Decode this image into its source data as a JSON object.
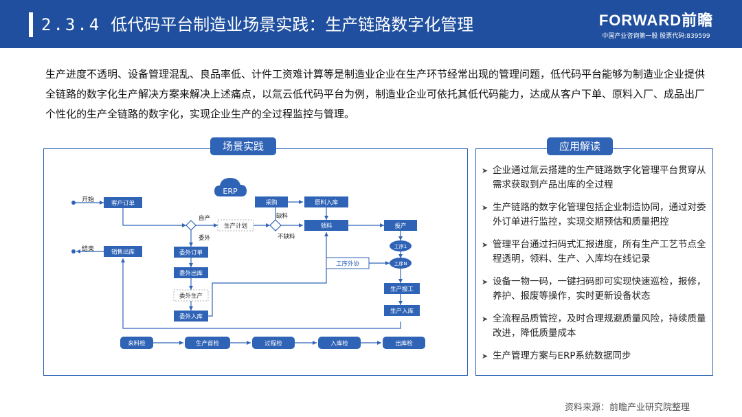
{
  "header": {
    "section_number": "2.3.4",
    "title": "低代码平台制造业场景实践：生产链路数字化管理",
    "logo_brand": "FORWARD前瞻",
    "logo_tagline": "中国产业咨询第一股 股票代码:839599"
  },
  "intro": "生产进度不透明、设备管理混乱、良品率低、计件工资难计算等是制造业企业在生产环节经常出现的管理问题，低代码平台能够为制造业企业提供全链路的数字化生产解决方案来解决上述痛点，以氚云低代码平台为例，制造业企业可依托其低代码能力，达成从客户下单、原料入厂、成品出厂个性化的生产全链路的数字化，实现企业生产的全过程监控与管理。",
  "left_panel": {
    "label": "场景实践"
  },
  "right_panel": {
    "label": "应用解读"
  },
  "flow": {
    "start": "开始",
    "end": "结束",
    "erp": "ERP",
    "customer_order": "客户订单",
    "sales_outbound": "销售出库",
    "self_produce": "自产",
    "outsource": "委外",
    "production_plan": "生产计划",
    "purchase": "采购",
    "material_inbound": "原料入库",
    "shortage": "缺料",
    "no_shortage": "不缺料",
    "pick_material": "领料",
    "put_production": "投产",
    "process_1": "工序1",
    "process_n": "工序N",
    "process_outsource": "工序外协",
    "production_report": "生产报工",
    "production_inbound": "生产入库",
    "outsource_order": "委外订单",
    "outsource_outbound": "委外出库",
    "outsource_production": "委外生产",
    "outsource_inbound": "委外入库",
    "qc": [
      "来料检",
      "生产首检",
      "过程检",
      "入库检",
      "出库检"
    ]
  },
  "bullets": [
    "企业通过氚云搭建的生产链路数字化管理平台贯穿从需求获取到产品出库的全过程",
    "生产链路的数字化管理包括企业制造协同，通过对委外订单进行监控，实现交期预估和质量把控",
    "管理平台通过扫码式汇报进度，所有生产工艺节点全程透明，领料、生产、入库均在线记录",
    "设备一物一码，一键扫码即可实现快速巡检，报修，养护、报废等操作，实时更新设备状态",
    "全流程品质管控，及时合理规避质量风险，持续质量改进，降低质量成本",
    "生产管理方案与ERP系统数据同步"
  ],
  "source": "资料来源：前瞻产业研究院整理",
  "colors": {
    "primary": "#1f4f9e",
    "node": "#2f63b6",
    "erp": "#2f63b6"
  }
}
